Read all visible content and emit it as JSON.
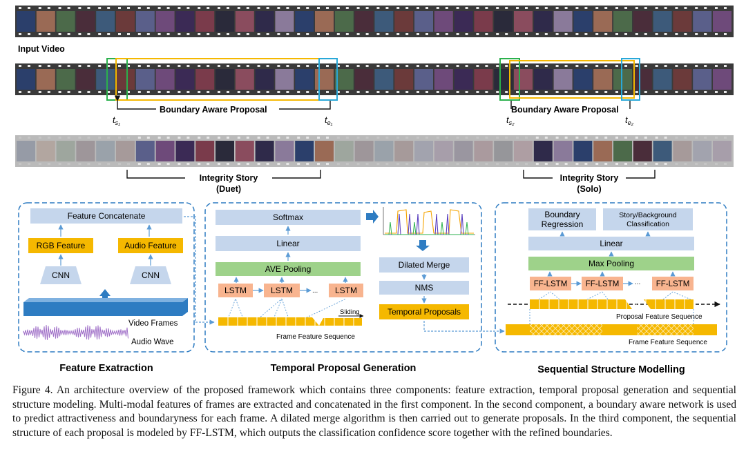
{
  "top": {
    "input_video": "Input Video",
    "bap_left": "Boundary Aware Proposal",
    "bap_right": "Boundary Aware Proposal",
    "ts1": "t",
    "ts1_sub": "s₁",
    "te1": "t",
    "te1_sub": "e₁",
    "ts2": "t",
    "ts2_sub": "s₂",
    "te2": "t",
    "te2_sub": "e₂",
    "story_left_1": "Integrity Story",
    "story_left_2": "(Duet)",
    "story_right_1": "Integrity Story",
    "story_right_2": "(Solo)"
  },
  "feature_extraction": {
    "concat": "Feature Concatenate",
    "rgb": "RGB Feature",
    "audio": "Audio Feature",
    "cnn_left": "CNN",
    "cnn_right": "CNN",
    "video_frames": "Video Frames",
    "audio_wave": "Audio Wave",
    "title": "Feature Exatraction"
  },
  "temporal_proposal": {
    "softmax": "Softmax",
    "linear": "Linear",
    "pooling": "AVE Pooling",
    "lstm": [
      "LSTM",
      "LSTM",
      "LSTM"
    ],
    "dots": "...",
    "sliding": "Sliding",
    "frame_seq": "Frame Feature Sequence",
    "dilated_merge": "Dilated Merge",
    "nms": "NMS",
    "temporal_proposals": "Temporal Proposals",
    "title": "Temporal Proposal Generation"
  },
  "sequential": {
    "boundary_1": "Boundary",
    "boundary_2": "Regression",
    "story_1": "Story/Background",
    "story_2": "Classification",
    "linear": "Linear",
    "pooling": "Max Pooling",
    "fflstm": [
      "FF-LSTM",
      "FF-LSTM",
      "FF-LSTM"
    ],
    "dots": "...",
    "proposal_seq": "Proposal Feature Sequence",
    "frame_seq": "Frame Feature Sequence",
    "title": "Sequential Structure Modelling"
  },
  "caption": "Figure 4. An architecture overview of the proposed framework which contains three components: feature extraction, temporal proposal generation and sequential structure modeling. Multi-modal features of frames are extracted and concatenated in the first component. In the second component, a boundary aware network is used to predict attractiveness and boundaryness for each frame. A dilated merge algorithm is then carried out to generate proposals. In the third component, the sequential structure of each proposal is modeled by FF-LSTM, which outputs the classification confidence score together with the refined boundaries.",
  "colors": {
    "blue_box": "#c5d6ec",
    "orange": "#f5b800",
    "salmon": "#f8b48f",
    "green": "#9ed28a",
    "panel_border": "#2e7cc2",
    "arrow": "#5b9bd5"
  }
}
